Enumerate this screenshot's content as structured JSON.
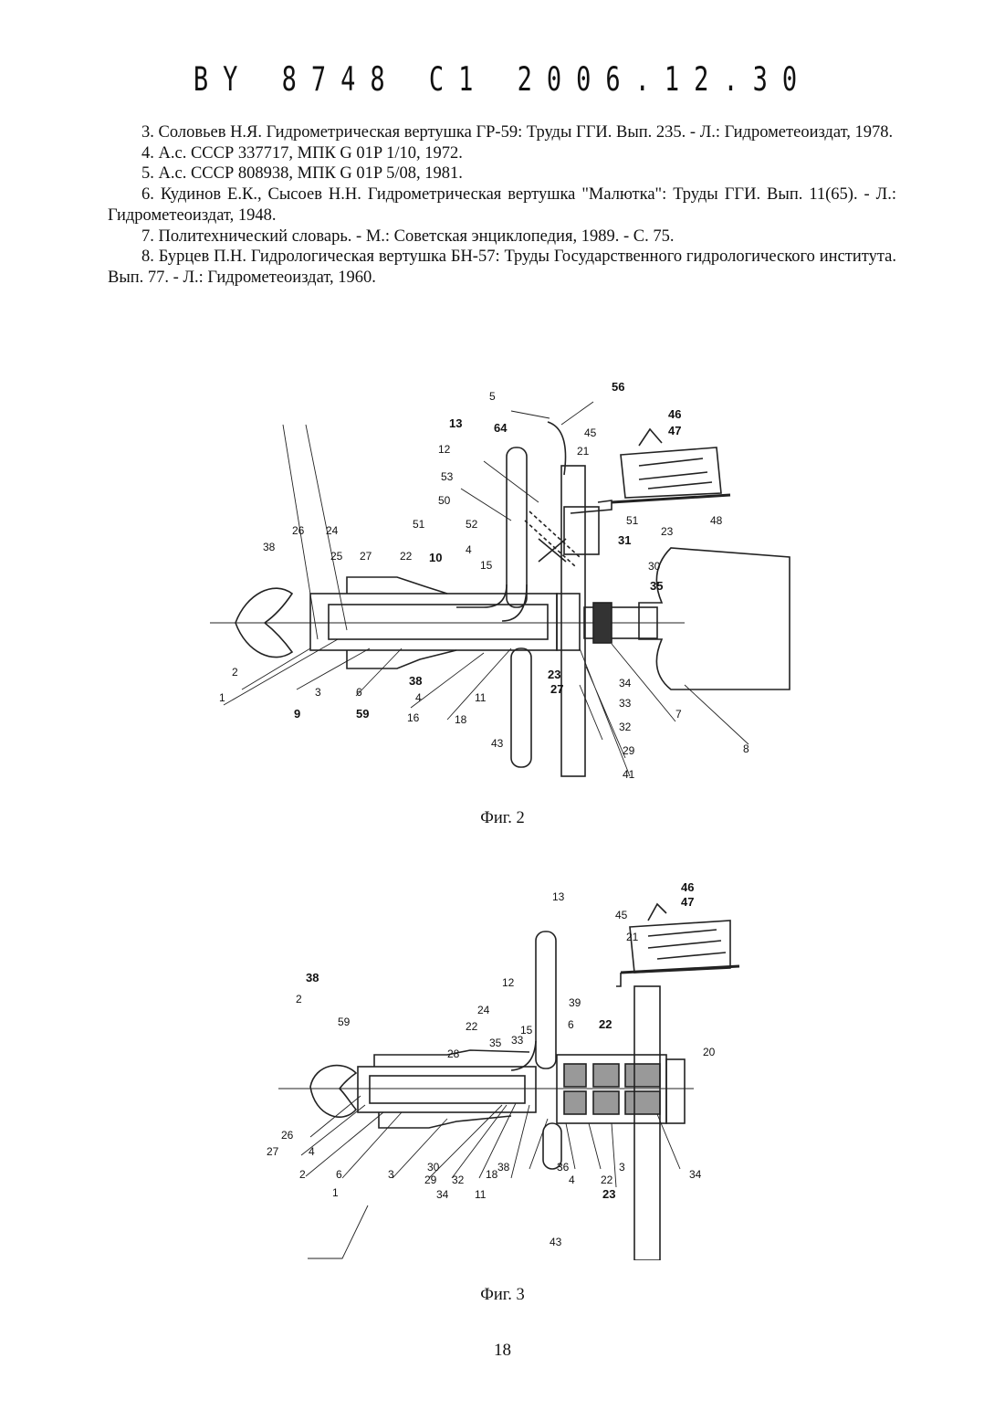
{
  "header": "BY 8748 C1 2006.12.30",
  "references": [
    "3. Соловьев Н.Я. Гидрометрическая вертушка ГР-59: Труды ГГИ. Вып. 235. - Л.: Гидрометеоиздат, 1978.",
    "4. А.с. СССР 337717, МПК G 01P 1/10, 1972.",
    "5. А.с. СССР 808938, МПК G 01P 5/08, 1981.",
    "6. Кудинов Е.К., Сысоев Н.Н. Гидрометрическая вертушка \"Малютка\": Труды ГГИ. Вып. 11(65). - Л.: Гидрометеоиздат, 1948.",
    "7. Политехнический словарь. - М.: Советская энциклопедия, 1989. - С. 75.",
    "8. Бурцев П.Н. Гидрологическая вертушка БН-57: Труды Государственного гидрологического института. Вып. 77. - Л.: Гидрометеоиздат, 1960."
  ],
  "figure2": {
    "caption": "Фиг. 2",
    "labels": [
      "5",
      "56",
      "13",
      "64",
      "45",
      "46",
      "47",
      "12",
      "21",
      "53",
      "48",
      "50",
      "51",
      "52",
      "51",
      "23",
      "31",
      "26",
      "24",
      "38",
      "25",
      "27",
      "22",
      "10",
      "4",
      "15",
      "30",
      "35",
      "2",
      "1",
      "3",
      "6",
      "9",
      "59",
      "38",
      "4",
      "16",
      "11",
      "18",
      "23",
      "27",
      "34",
      "33",
      "32",
      "29",
      "41",
      "43",
      "7",
      "8"
    ]
  },
  "figure3": {
    "caption": "Фиг. 3",
    "labels": [
      "13",
      "46",
      "47",
      "45",
      "21",
      "38",
      "12",
      "2",
      "59",
      "24",
      "22",
      "28",
      "39",
      "15",
      "6",
      "22",
      "20",
      "35",
      "33",
      "26",
      "27",
      "4",
      "2",
      "6",
      "3",
      "1",
      "30",
      "29",
      "32",
      "18",
      "34",
      "11",
      "38",
      "36",
      "4",
      "22",
      "3",
      "23",
      "34",
      "43"
    ]
  },
  "page_number": "18"
}
